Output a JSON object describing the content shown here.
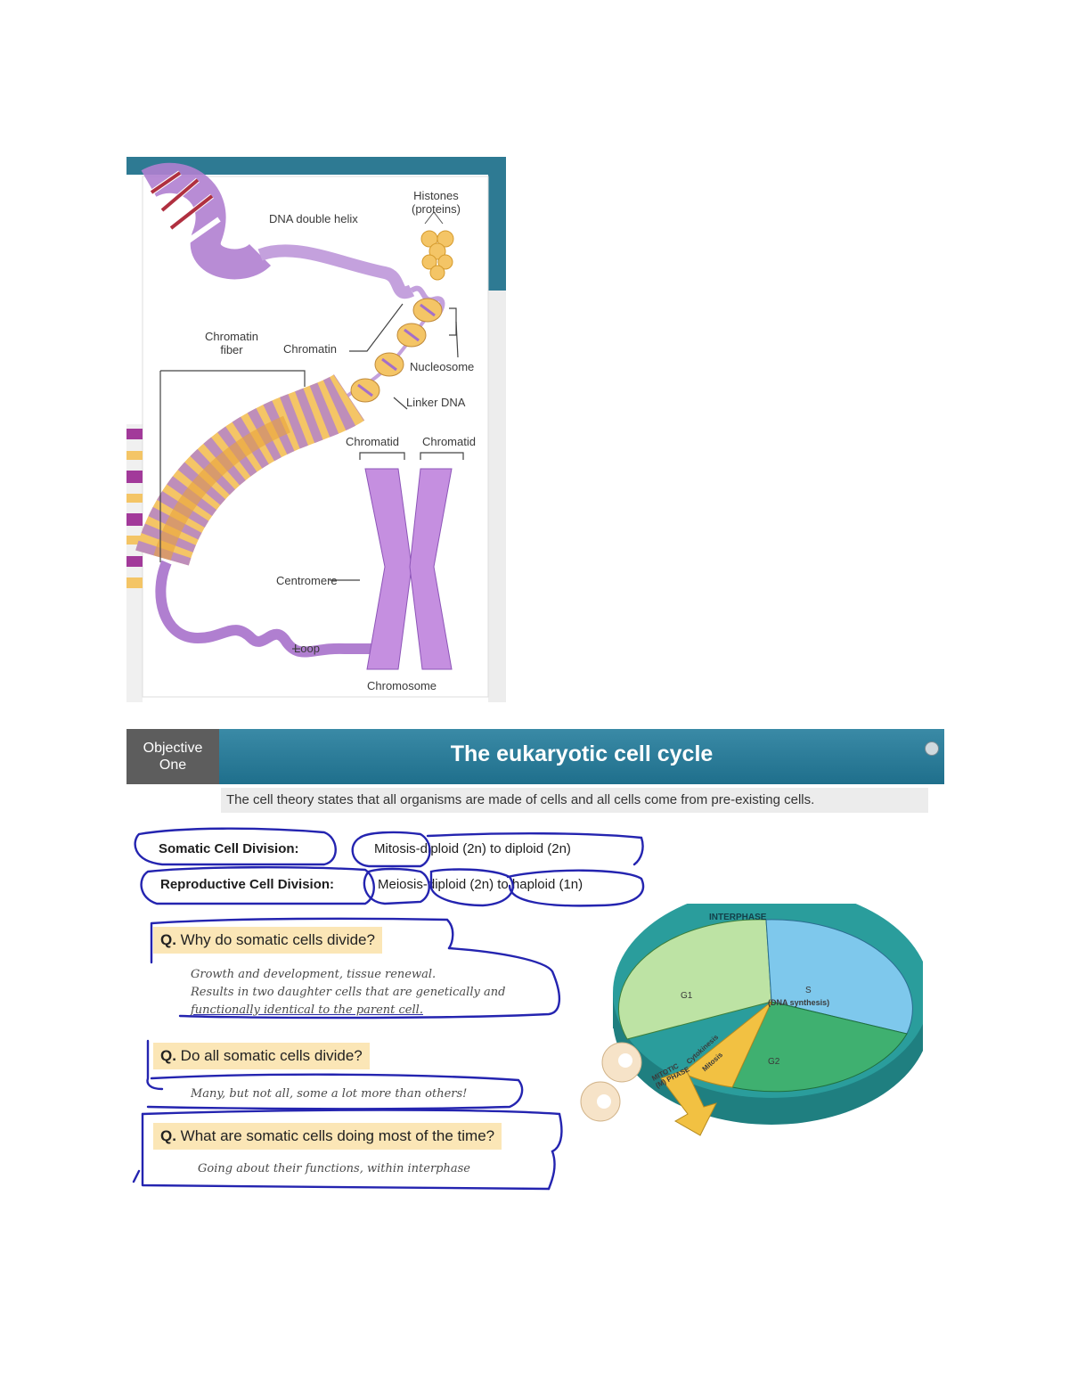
{
  "dna_figure": {
    "labels": {
      "histones": "Histones\n(proteins)",
      "dna_double_helix": "DNA double helix",
      "chromatin_fiber": "Chromatin\nfiber",
      "chromatin": "Chromatin",
      "nucleosome": "Nucleosome",
      "linker_dna": "Linker DNA",
      "chromatid_left": "Chromatid",
      "chromatid_right": "Chromatid",
      "centromere": "Centromere",
      "loop": "Loop",
      "chromosome": "Chromosome"
    },
    "colors": {
      "frame": "#2e7a93",
      "chromatin": "#b07fd0",
      "histone": "#f4c566",
      "helix_stripe": "#b03040"
    }
  },
  "slide": {
    "objective": "Objective\nOne",
    "title": "The eukaryotic cell cycle",
    "theory": "The cell theory states that all organisms are made of cells and all cells come from pre-existing cells.",
    "somatic": {
      "label": "Somatic Cell Division:",
      "process": "Mitosis",
      "detail": "-diploid (2n)  to diploid (2n)"
    },
    "reproductive": {
      "label": "Reproductive Cell Division:",
      "process": "Meiosis",
      "detail": "-diploid (2n) to haploid (1n)"
    },
    "questions": [
      {
        "prefix": "Q.",
        "text": " Why do somatic cells divide?",
        "answer_lines": [
          "Growth and development, tissue renewal.",
          "Results in two daughter cells that are genetically and",
          "functionally identical to the parent cell."
        ]
      },
      {
        "prefix": "Q.",
        "text": " Do all somatic cells divide?",
        "answer_lines": [
          "Many, but not all, some a lot more than others!"
        ]
      },
      {
        "prefix": "Q.",
        "text": " What are somatic cells doing most of the time?",
        "answer_lines": [
          "Going about their functions, within interphase"
        ]
      }
    ],
    "cell_cycle": {
      "interphase": "INTERPHASE",
      "g1": "G1",
      "s": "S",
      "s_detail": "(DNA synthesis)",
      "g2": "G2",
      "cytokinesis": "Cytokinesis",
      "mitosis": "Mitosis",
      "mitotic_phase": "MITOTIC\n(M) PHASE",
      "colors": {
        "rim": "#2a9d9c",
        "g1": "#bde3a4",
        "s": "#7ec8ec",
        "g2": "#3fb070",
        "m": "#f2c142"
      }
    }
  }
}
